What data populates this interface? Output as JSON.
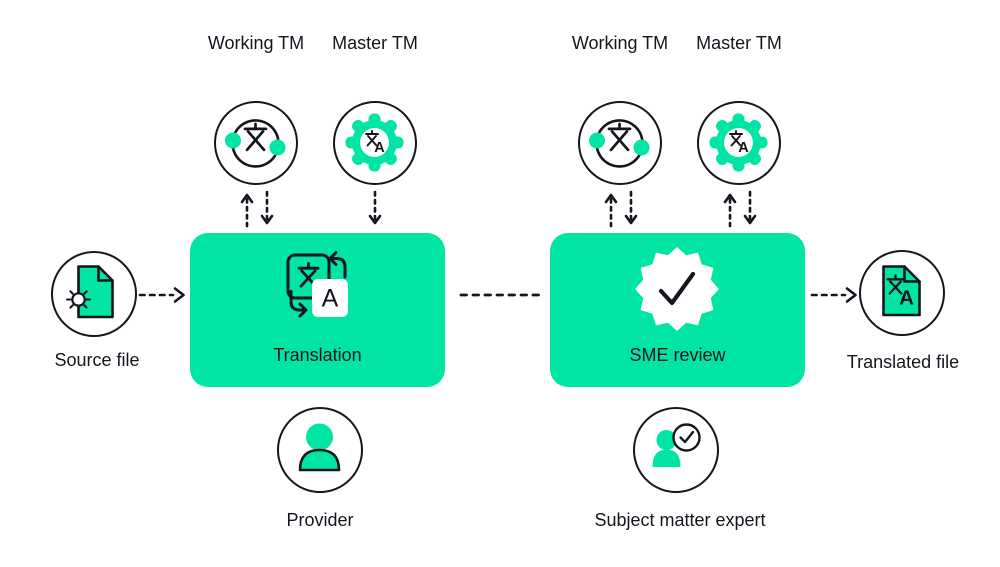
{
  "colors": {
    "accent": "#00E5A4",
    "ink": "#15151E",
    "background": "#FFFFFF"
  },
  "tm_units": [
    {
      "label": "Working TM",
      "icon": "sync-translate-icon",
      "arrows": "up-down",
      "group": "translation"
    },
    {
      "label": "Master TM",
      "icon": "gear-translate-icon",
      "arrows": "down",
      "group": "translation"
    },
    {
      "label": "Working TM",
      "icon": "sync-translate-icon",
      "arrows": "up-down",
      "group": "sme-review"
    },
    {
      "label": "Master TM",
      "icon": "gear-translate-icon",
      "arrows": "up-down",
      "group": "sme-review"
    }
  ],
  "flow": {
    "source_file": {
      "label": "Source file",
      "icon": "source-file-icon"
    },
    "translation": {
      "label": "Translation",
      "icon": "translate-icon"
    },
    "sme_review": {
      "label": "SME review",
      "icon": "badge-check-icon"
    },
    "translated_file": {
      "label": "Translated file",
      "icon": "translated-file-icon"
    }
  },
  "people": {
    "provider": {
      "label": "Provider",
      "icon": "person-icon"
    },
    "subject_matter_expert": {
      "label": "Subject matter expert",
      "icon": "person-check-icon"
    }
  }
}
